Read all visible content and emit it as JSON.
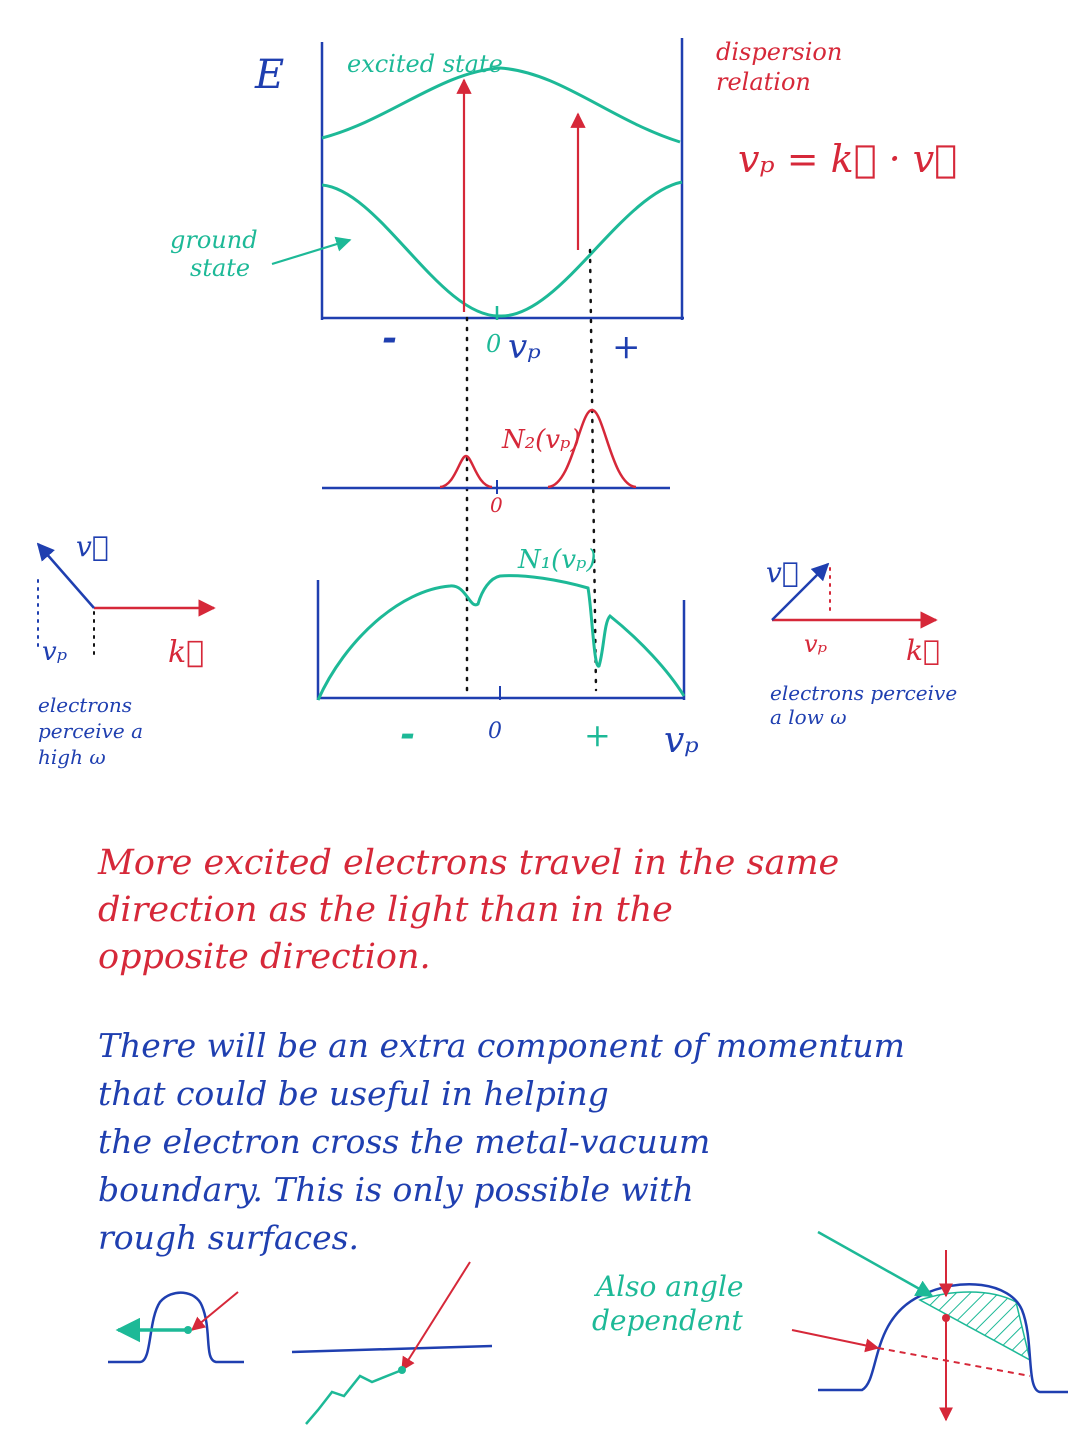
{
  "colors": {
    "red": "#d62839",
    "blue": "#1f3fb0",
    "teal": "#1db997"
  },
  "top_diagram": {
    "axis_label_y": "E",
    "label_excited": "excited state",
    "label_ground": "ground state",
    "label_dispersion": "dispersion relation",
    "formula": "vₚ = k⃗ · v⃗",
    "tick_minus": "-",
    "tick_zero": "0",
    "axis_var": "vₚ",
    "tick_plus": "+"
  },
  "n2_plot": {
    "label": "N₂(vₚ)",
    "tick_zero": "0"
  },
  "n1_plot": {
    "label": "N₁(vₚ)",
    "tick_minus": "-",
    "tick_zero": "0",
    "tick_plus": "+",
    "axis_var": "vₚ"
  },
  "left_vector": {
    "v_label": "v⃗",
    "vp_label": "vₚ",
    "k_label": "k⃗",
    "caption": "electrons perceive a high ω"
  },
  "right_vector": {
    "v_label": "v⃗",
    "vp_label": "vₚ",
    "k_label": "k⃗",
    "caption": "electrons perceive a low ω"
  },
  "text_red": "More excited electrons travel in the same\ndirection as the light than in the\nopposite direction.",
  "text_blue": "There will be an extra component of momentum\nthat could be useful in helping\nthe electron cross the metal-vacuum\nboundary. This is only possible with\nrough surfaces.",
  "bottom_sketches": {
    "angle_note": "Also angle dependent"
  }
}
